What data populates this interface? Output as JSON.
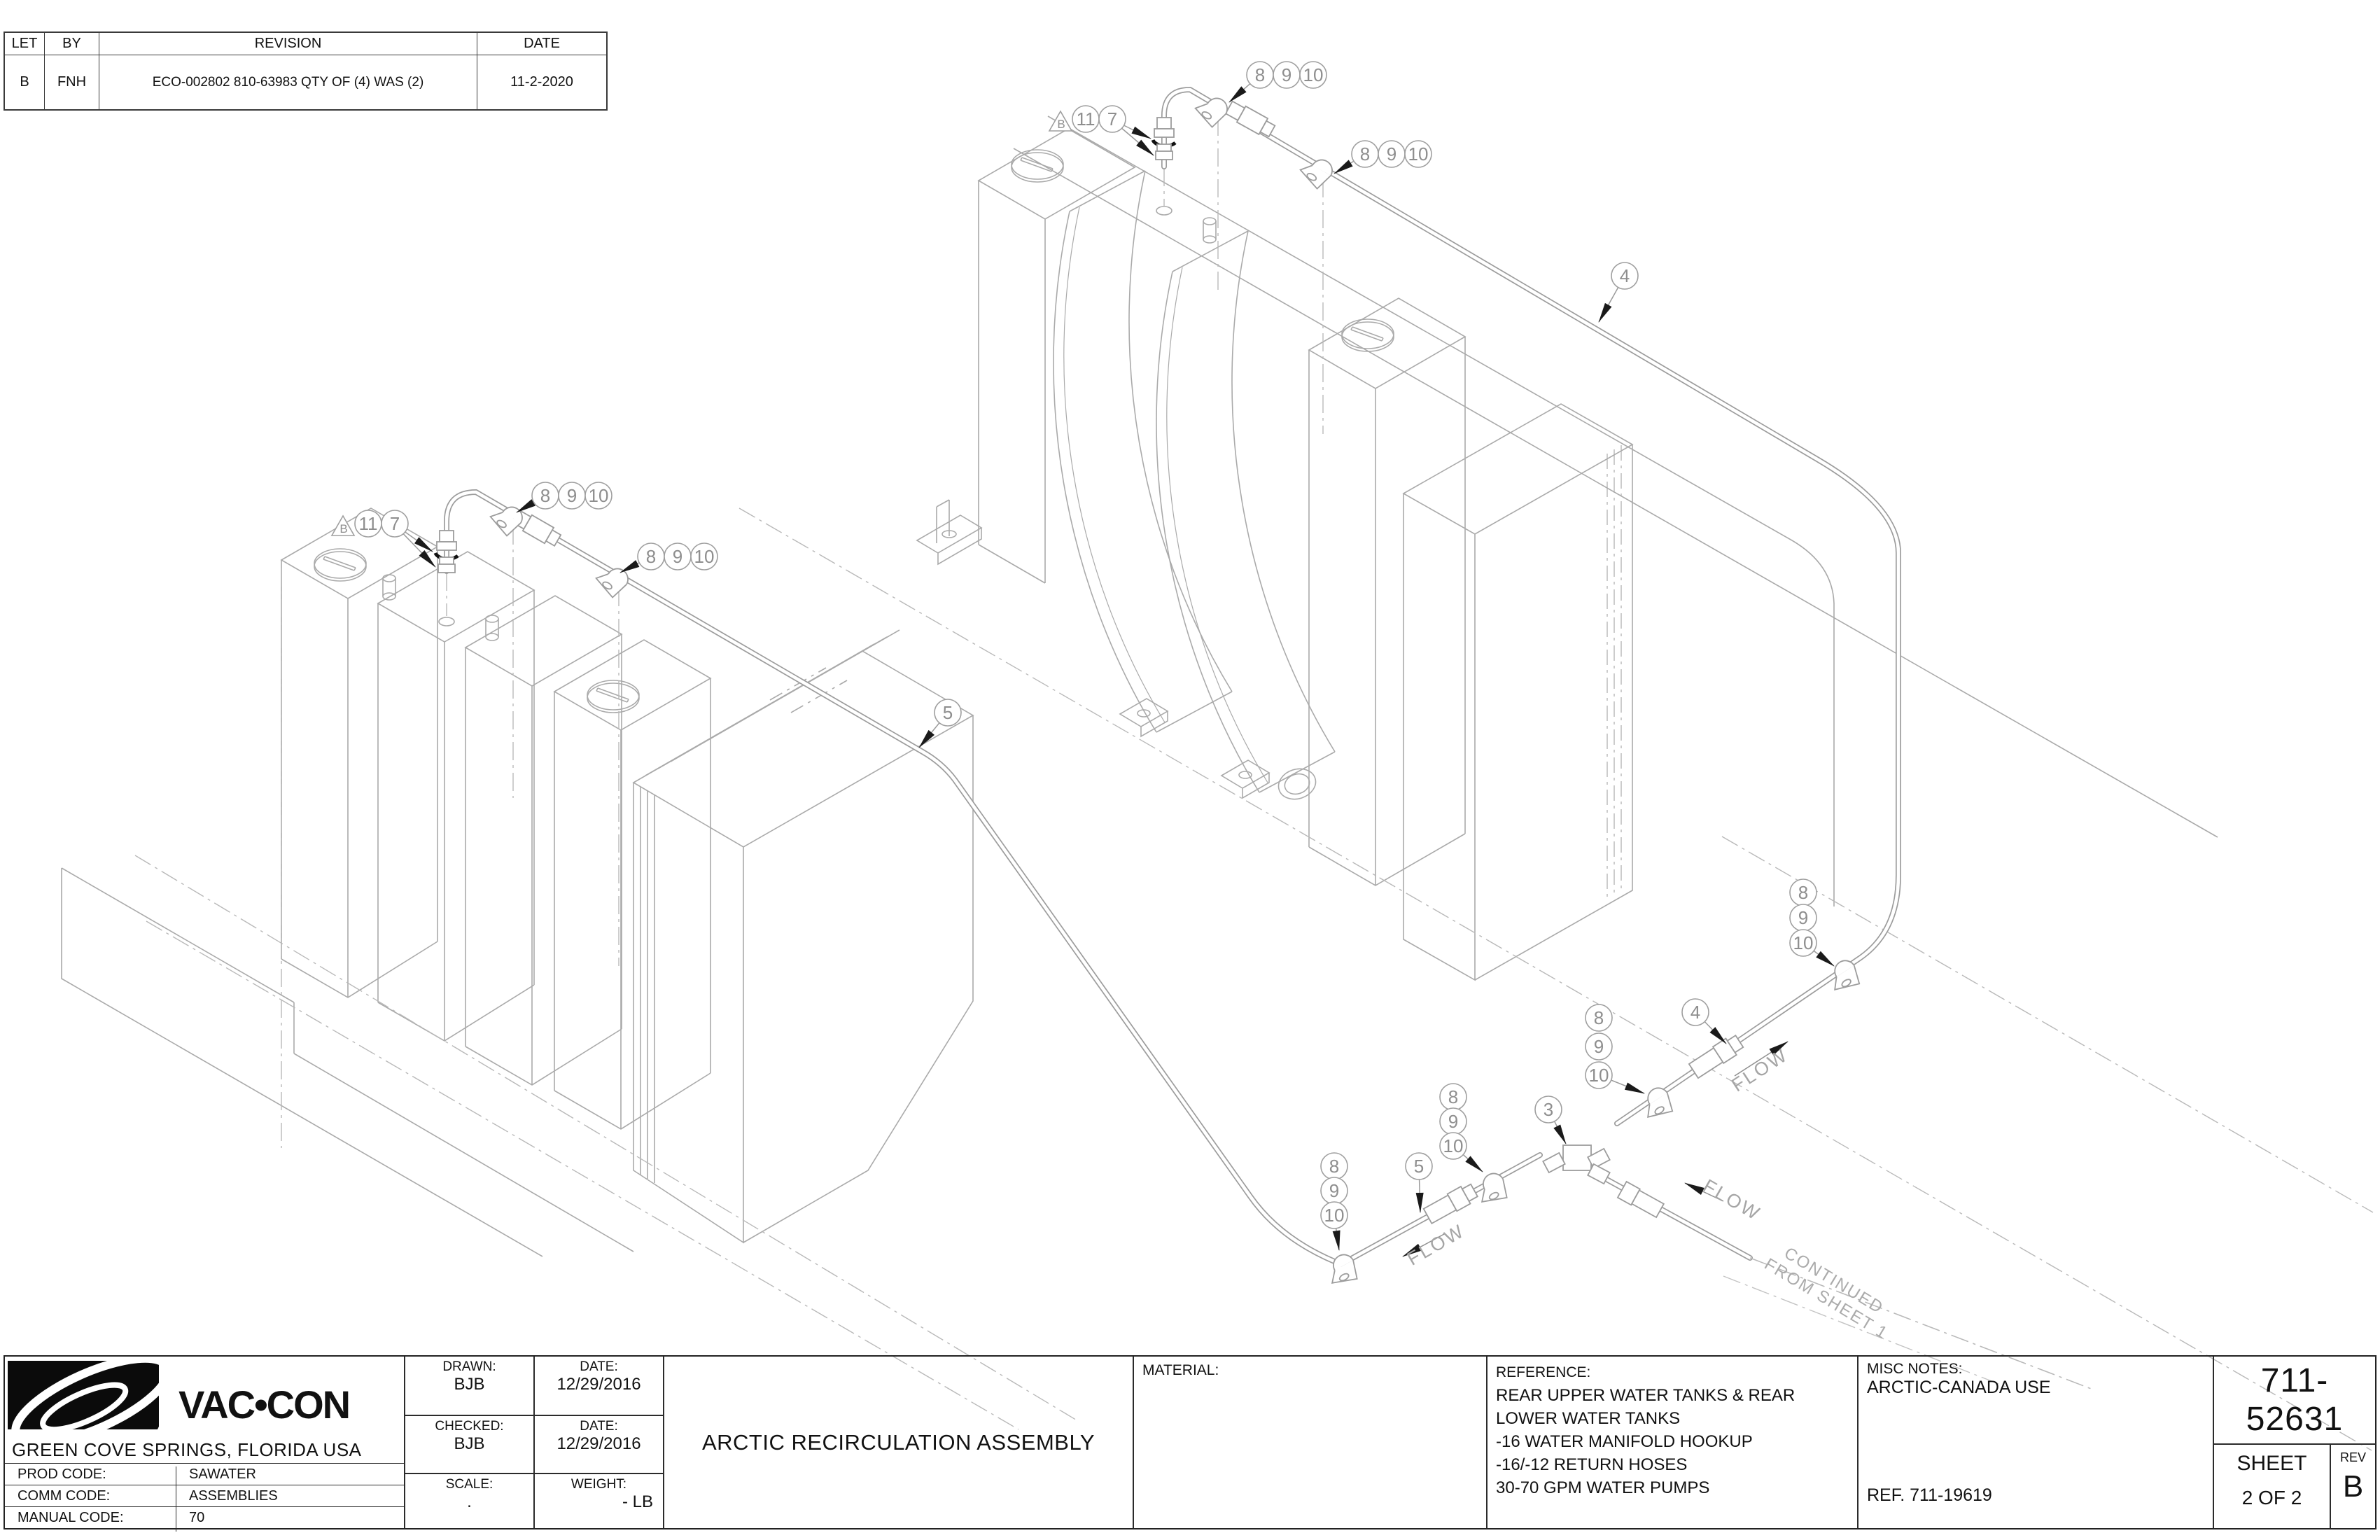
{
  "revision_table": {
    "headers": {
      "let": "LET",
      "by": "BY",
      "revision": "REVISION",
      "date": "DATE"
    },
    "row": {
      "let": "B",
      "by": "FNH",
      "revision": "ECO-002802 810-63983 QTY OF (4) WAS (2)",
      "date": "11-2-2020"
    }
  },
  "title_block": {
    "company": "VAC•CON",
    "company_location": "GREEN COVE SPRINGS, FLORIDA USA",
    "drawn_label": "DRAWN:",
    "drawn": "BJB",
    "drawn_date_label": "DATE:",
    "drawn_date": "12/29/2016",
    "checked_label": "CHECKED:",
    "checked": "BJB",
    "checked_date_label": "DATE:",
    "checked_date": "12/29/2016",
    "scale_label": "SCALE:",
    "scale": ".",
    "weight_label": "WEIGHT:",
    "weight": "- LB",
    "title": "ARCTIC RECIRCULATION ASSEMBLY",
    "material_label": "MATERIAL:",
    "reference_label": "REFERENCE:",
    "reference_lines": {
      "l1": "REAR UPPER WATER TANKS & REAR",
      "l2": "LOWER WATER TANKS",
      "l3": "-16 WATER MANIFOLD HOOKUP",
      "l4": "-16/-12 RETURN HOSES",
      "l5": "30-70 GPM WATER PUMPS"
    },
    "misc_notes_label": "MISC NOTES:",
    "misc_notes": "ARCTIC-CANADA USE",
    "misc_ref": "REF. 711-19619",
    "drawing_number": "711-52631",
    "sheet_label": "SHEET",
    "sheet_value": "2 OF 2",
    "rev_label": "REV",
    "rev_value": "B",
    "prod_code_label": "PROD CODE:",
    "prod_code": "SAWATER",
    "comm_code_label": "COMM CODE:",
    "comm_code": "ASSEMBLIES",
    "manual_code_label": "MANUAL CODE:",
    "manual_code": "70"
  },
  "drawing": {
    "flow_label": "FLOW",
    "continued_line1": "CONTINUED",
    "continued_line2": "FROM SHEET 1",
    "revision_flag": "B",
    "balloons": {
      "b3": "3",
      "b4": "4",
      "b5": "5",
      "b7": "7",
      "b8": "8",
      "b9": "9",
      "b10": "10",
      "b11": "11"
    }
  },
  "colors": {
    "line": "#a6a6a6",
    "callout": "#9a9a9a",
    "arrow": "#1a1a1a",
    "ink": "#111111"
  }
}
